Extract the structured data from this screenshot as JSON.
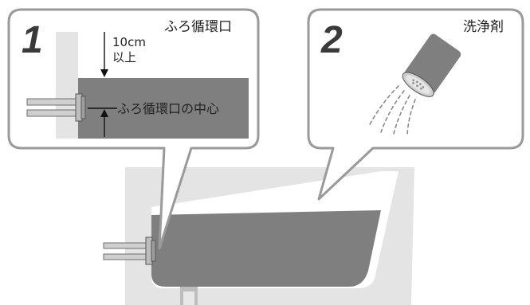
{
  "panel1": {
    "number": "1",
    "title": "ふろ循環口",
    "depth_value": "10cm",
    "depth_suffix": "以上",
    "center_label": "ふろ循環口の中心"
  },
  "panel2": {
    "number": "2",
    "title": "洗浄剤"
  },
  "colors": {
    "water": "#7f7f7f",
    "wall": "#e4e4e4",
    "callout_border": "#9a9a9a",
    "pipe": "#8a8a8a"
  }
}
